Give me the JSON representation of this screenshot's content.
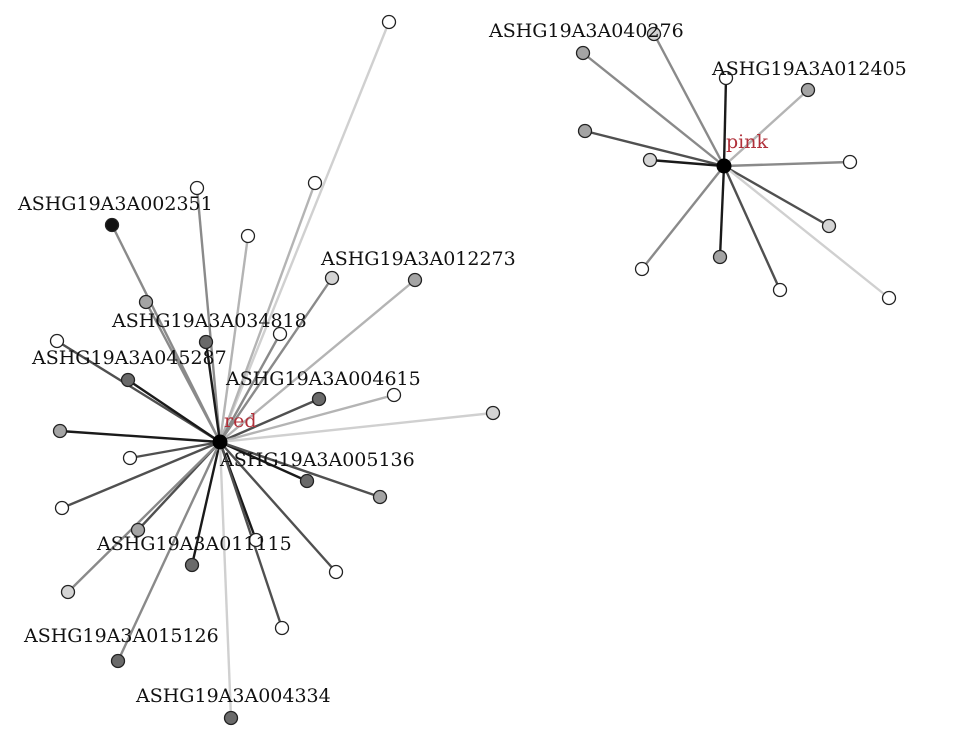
{
  "colors": {
    "hub_label": "#b0303a",
    "hub_fill": "#000000",
    "node_stroke": "#222222",
    "fill_levels": {
      "white": "#ffffff",
      "light": "#d4d4d4",
      "medium": "#a4a4a4",
      "dark": "#6a6a6a",
      "black": "#111111"
    },
    "edge_levels": {
      "faint": "#d0d0d0",
      "light": "#b4b4b4",
      "medium": "#8a8a8a",
      "dark": "#505050",
      "black": "#1a1a1a"
    }
  },
  "modules": [
    {
      "id": "red",
      "hub_label": "red",
      "labels": {
        "l0": "ASHG19A3A002351",
        "l1": "ASHG19A3A012273",
        "l2": "ASHG19A3A034818",
        "l3": "ASHG19A3A045287",
        "l4": "ASHG19A3A004615",
        "l5": "ASHG19A3A005136",
        "l6": "ASHG19A3A011115",
        "l7": "ASHG19A3A015126",
        "l8": "ASHG19A3A004334"
      }
    },
    {
      "id": "pink",
      "hub_label": "pink",
      "labels": {
        "l0": "ASHG19A3A040276",
        "l1": "ASHG19A3A012405"
      }
    }
  ]
}
